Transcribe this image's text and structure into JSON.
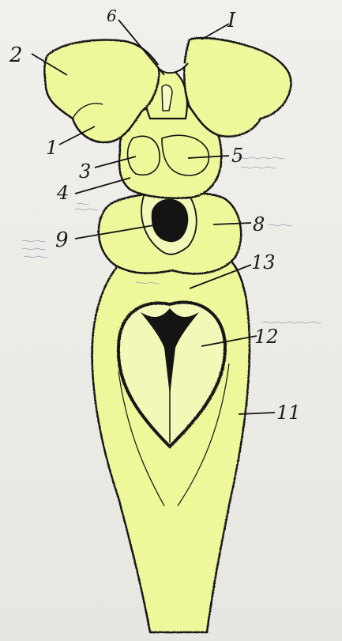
{
  "colors": {
    "paper": "#efeee9",
    "tissue": "#eef79a",
    "tissue_dark": "#d9e57a",
    "ink": "#141414",
    "pencil": "#7a7a90"
  },
  "labels": {
    "l1_top": "I",
    "l2": "2",
    "l1": "1",
    "l3": "3",
    "l4": "4",
    "l5": "5",
    "l6": "6",
    "l8": "8",
    "l9": "9",
    "l11": "11",
    "l12": "12",
    "l13": "13"
  }
}
